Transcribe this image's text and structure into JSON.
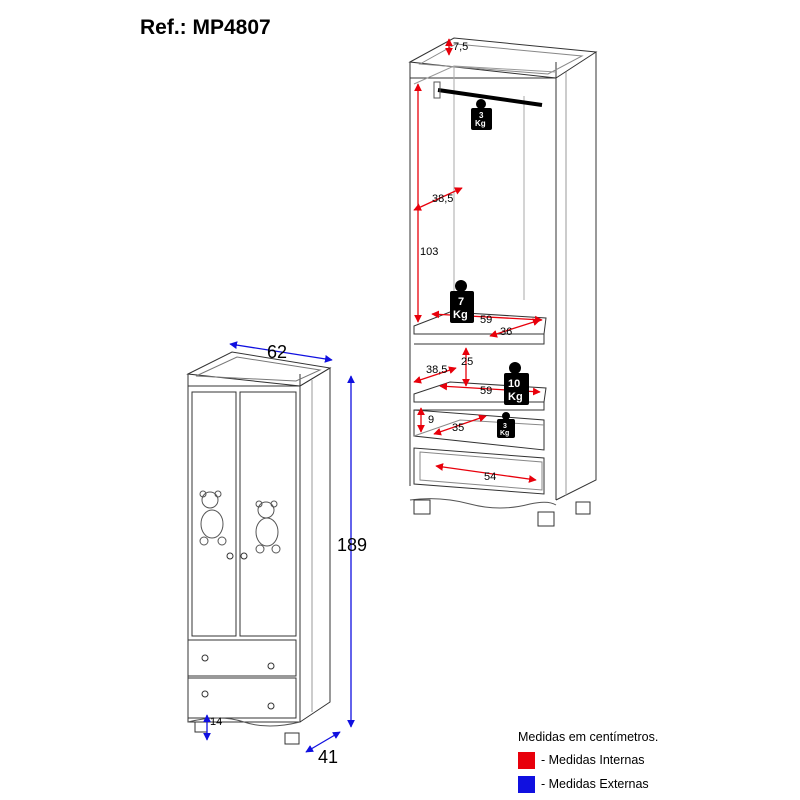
{
  "reference": "Ref.: MP4807",
  "external_dimensions": {
    "width": "62",
    "height": "189",
    "depth": "41",
    "foot_height": "14"
  },
  "internal_dimensions": {
    "top_gap": "7,5",
    "hanging_height": "103",
    "hanging_depth": "38,5",
    "shelf_width": "59",
    "shelf_depth": "36",
    "middle_height": "25",
    "middle_depth": "38,5",
    "middle_width": "59",
    "drawer_height": "9",
    "drawer_depth": "35",
    "drawer_width": "54"
  },
  "weights": {
    "rod": {
      "value": "3",
      "unit": "Kg"
    },
    "shelf": {
      "value": "7",
      "unit": "Kg"
    },
    "middle_shelf": {
      "value": "10",
      "unit": "Kg"
    },
    "drawer": {
      "value": "3",
      "unit": "Kg"
    }
  },
  "legend": {
    "title": "Medidas em centímetros.",
    "internal": "- Medidas Internas",
    "external": "- Medidas Externas",
    "internal_color": "#e8000b",
    "external_color": "#1010e0"
  }
}
